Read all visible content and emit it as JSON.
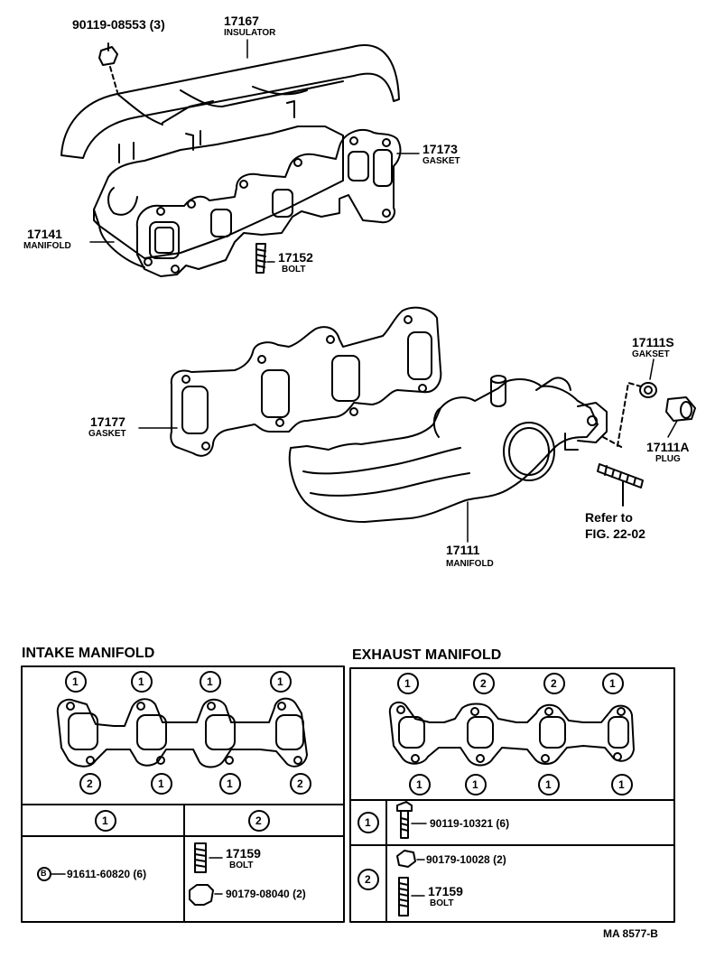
{
  "upper": {
    "bolt_part": "90119-08553 (3)",
    "insulator_num": "17167",
    "insulator_name": "INSULATOR",
    "gasket_num": "17173",
    "gasket_name": "GASKET",
    "manifold_num": "17141",
    "manifold_name": "MANIFOLD",
    "bolt_num": "17152",
    "bolt_name": "BOLT"
  },
  "middle": {
    "gasket_num": "17177",
    "gasket_name": "GASKET",
    "manifold_num": "17111",
    "manifold_name": "MANIFOLD",
    "gakset_num": "17111S",
    "gakset_name": "GAKSET",
    "plug_num": "17111A",
    "plug_name": "PLUG",
    "refer_line1": "Refer to",
    "refer_line2": "FIG. 22-02"
  },
  "intake": {
    "title": "INTAKE MANIFOLD",
    "top_markers": [
      "1",
      "1",
      "1",
      "1"
    ],
    "bottom_markers": [
      "2",
      "1",
      "1",
      "2"
    ],
    "col1_header": "1",
    "col2_header": "2",
    "col1_part": "91611-60820 (6)",
    "col1_symbol": "B",
    "col2_stud_num": "17159",
    "col2_stud_name": "BOLT",
    "col2_nut_part": "90179-08040 (2)"
  },
  "exhaust": {
    "title": "EXHAUST MANIFOLD",
    "top_markers": [
      "1",
      "2",
      "2",
      "1"
    ],
    "bottom_markers": [
      "1",
      "1",
      "1",
      "1"
    ],
    "row1_marker": "1",
    "row1_part": "90119-10321 (6)",
    "row2_marker": "2",
    "row2_nut_part": "90179-10028 (2)",
    "row2_stud_num": "17159",
    "row2_stud_name": "BOLT"
  },
  "footer": {
    "code": "MA  8577-B"
  }
}
